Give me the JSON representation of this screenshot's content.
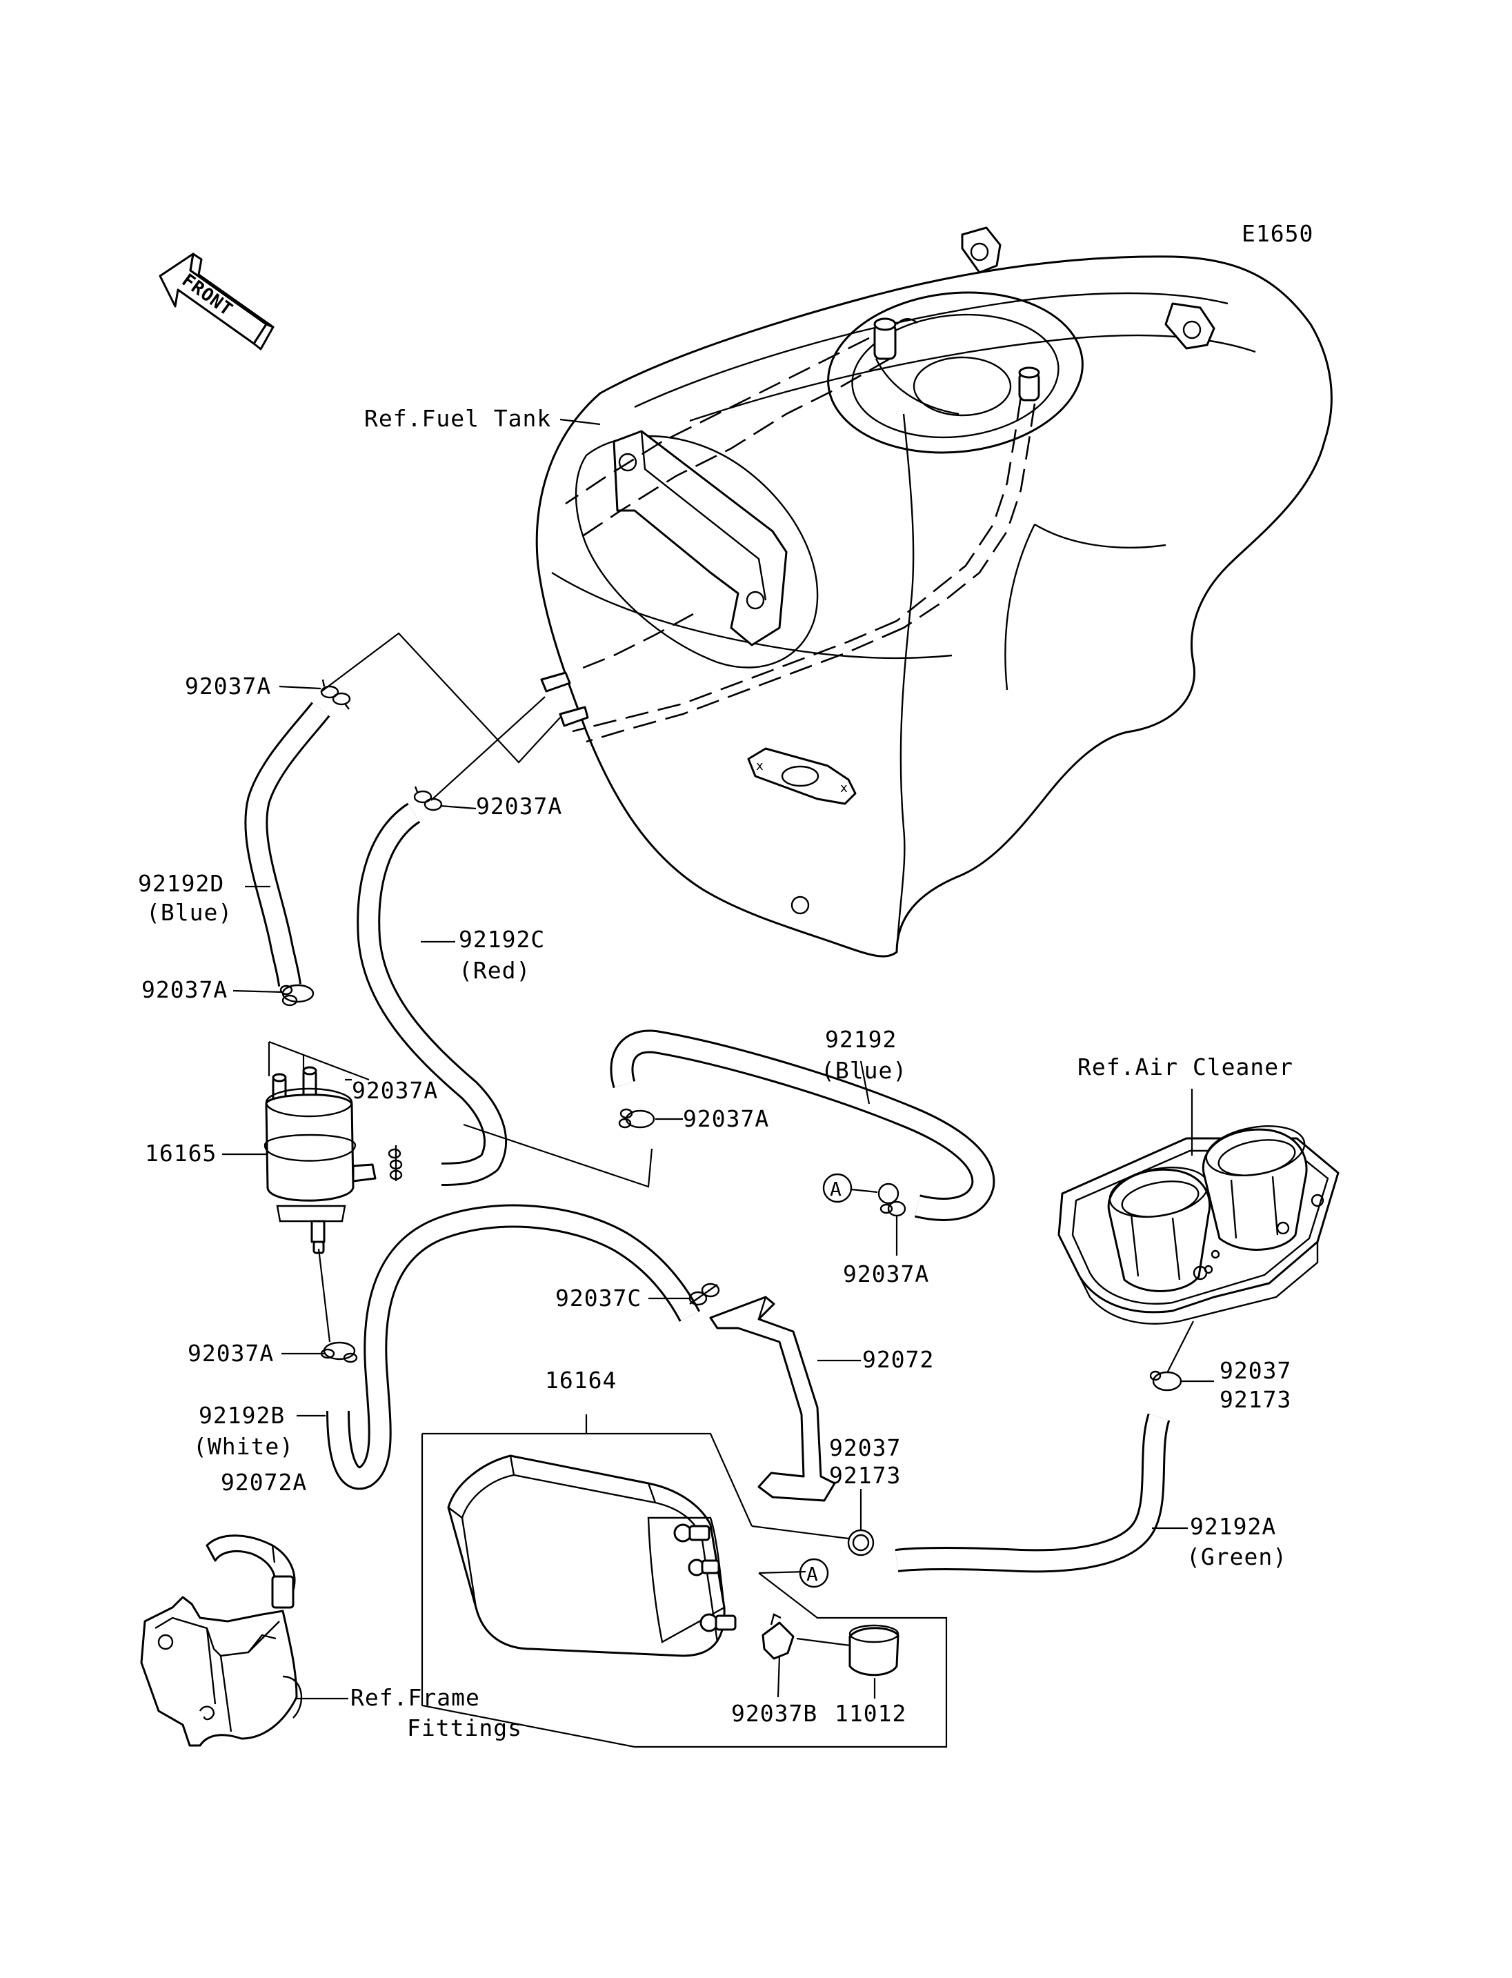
{
  "diagram_code": "E1650",
  "front_label": "FRONT",
  "circle_ref": "A",
  "labels": {
    "fuel_tank": "Ref.Fuel Tank",
    "air_cleaner": "Ref.Air Cleaner",
    "frame_fittings_1": "Ref.Frame",
    "frame_fittings_2": "Fittings",
    "clamp_92037A": "92037A",
    "clamp_92037B": "92037B",
    "clamp_92037C": "92037C",
    "clamp_92037": "92037",
    "clamp_92173": "92173",
    "hose_92192": "92192",
    "hose_92192A": "92192A",
    "hose_92192B": "92192B",
    "hose_92192C": "92192C",
    "hose_92192D": "92192D",
    "color_blue": "(Blue)",
    "color_red": "(Red)",
    "color_white": "(White)",
    "color_green": "(Green)",
    "separator_16165": "16165",
    "canister_16164": "16164",
    "bracket_92072": "92072",
    "bracket_92072A": "92072A",
    "cap_11012": "11012"
  }
}
